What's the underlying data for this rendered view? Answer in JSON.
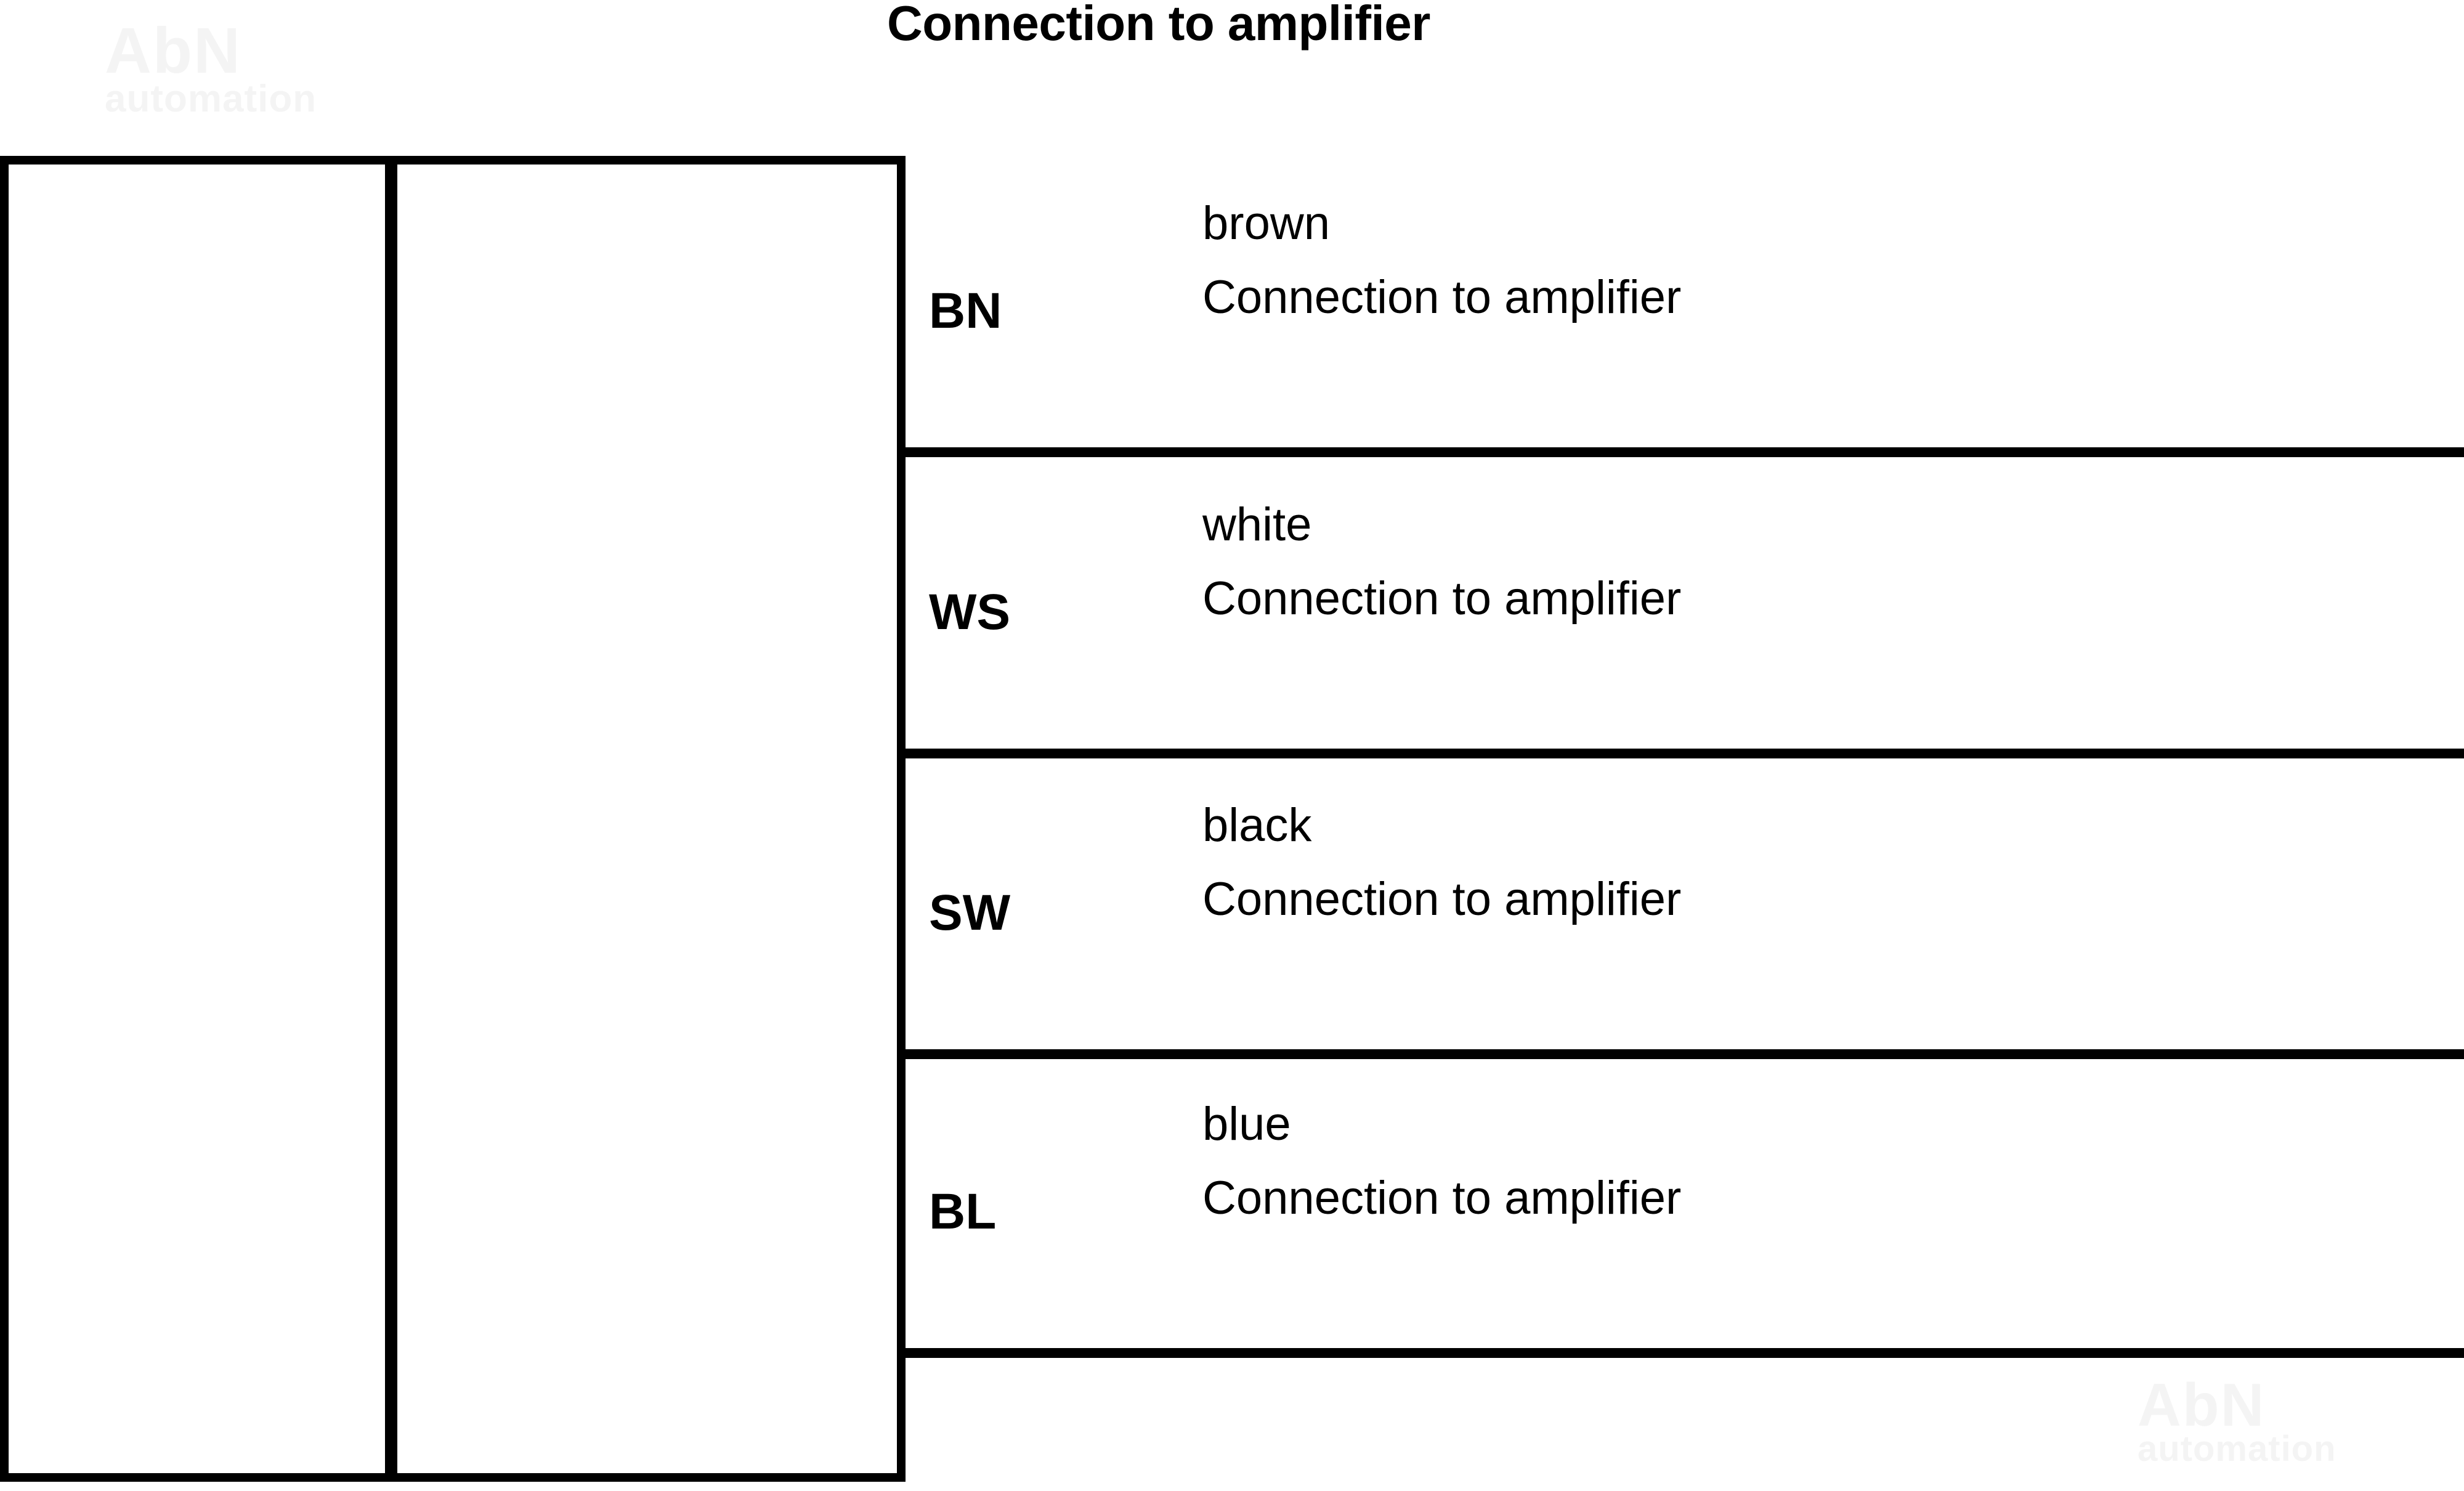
{
  "title": "Connection to amplifier",
  "watermark": {
    "line1": "AbN",
    "line2": "automation"
  },
  "device": {
    "left_cell_label": "",
    "right_cell_label": ""
  },
  "wiring": {
    "rows": [
      {
        "code": "BN",
        "color": "brown",
        "description": "Connection to amplifier"
      },
      {
        "code": "WS",
        "color": "white",
        "description": "Connection to amplifier"
      },
      {
        "code": "SW",
        "color": "black",
        "description": "Connection to amplifier"
      },
      {
        "code": "BL",
        "color": "blue",
        "description": "Connection to amplifier"
      }
    ],
    "empty_row": {
      "code": "",
      "color": "",
      "description": ""
    }
  },
  "colors": {
    "line": "#000000",
    "background": "#ffffff",
    "watermark": "#f4f4f4"
  }
}
